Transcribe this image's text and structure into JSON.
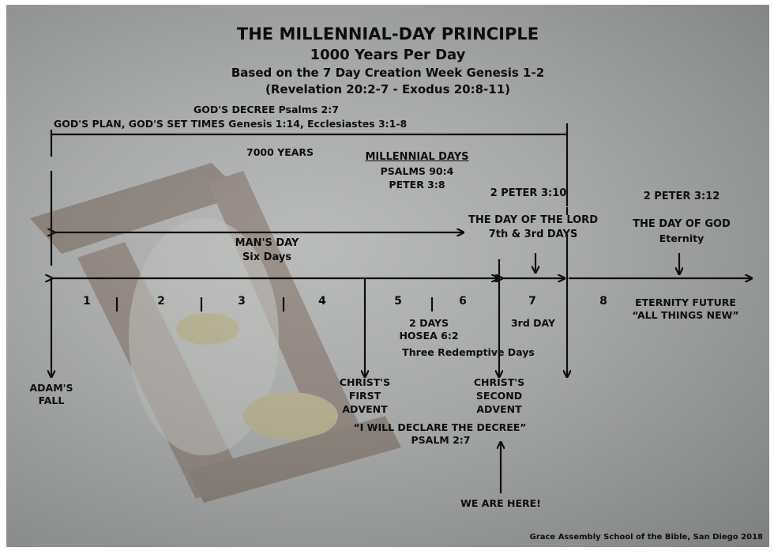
{
  "title": "THE MILLENNIAL-DAY PRINCIPLE",
  "subtitle": "1000 Years Per Day",
  "basis": "Based on the 7 Day Creation Week Genesis 1-2",
  "references": "(Revelation 20:2-7 - Exodus 20:8-11)",
  "decree": "GOD'S DECREE  Psalms 2:7",
  "plan": "GOD'S PLAN, GOD'S SET TIMES  Genesis 1:14, Ecclesiastes 3:1-8",
  "total_years": "7000 YEARS",
  "millennial": {
    "heading": "MILLENNIAL DAYS",
    "line1": "PSALMS 90:4",
    "line2": "PETER 3:8"
  },
  "peter310": "2 PETER 3:10",
  "peter312": "2 PETER 3:12",
  "day_of_lord": {
    "line1": "THE DAY OF THE LORD",
    "line2": "7th & 3rd DAYS"
  },
  "day_of_god": {
    "line1": "THE DAY OF GOD",
    "line2": "Eternity"
  },
  "mans_day": {
    "line1": "MAN'S DAY",
    "line2": "Six Days"
  },
  "days": [
    "1",
    "2",
    "3",
    "4",
    "5",
    "6",
    "7",
    "8"
  ],
  "eternity": {
    "line1": "ETERNITY FUTURE",
    "line2": "“ALL THINGS NEW”"
  },
  "hosea": {
    "line1": "2 DAYS",
    "line2": "HOSEA 6:2"
  },
  "third_day": "3rd DAY",
  "redemptive": "Three Redemptive Days",
  "adams_fall": {
    "line1": "ADAM'S",
    "line2": "FALL"
  },
  "first_advent": {
    "line1": "CHRIST'S",
    "line2": "FIRST",
    "line3": "ADVENT"
  },
  "second_advent": {
    "line1": "CHRIST'S",
    "line2": "SECOND",
    "line3": "ADVENT"
  },
  "declare": "“I WILL DECLARE THE DECREE”",
  "psalm": "PSALM 2:7",
  "we_are_here": "WE ARE HERE!",
  "credit": "Grace Assembly School of the Bible, San Diego 2018"
}
